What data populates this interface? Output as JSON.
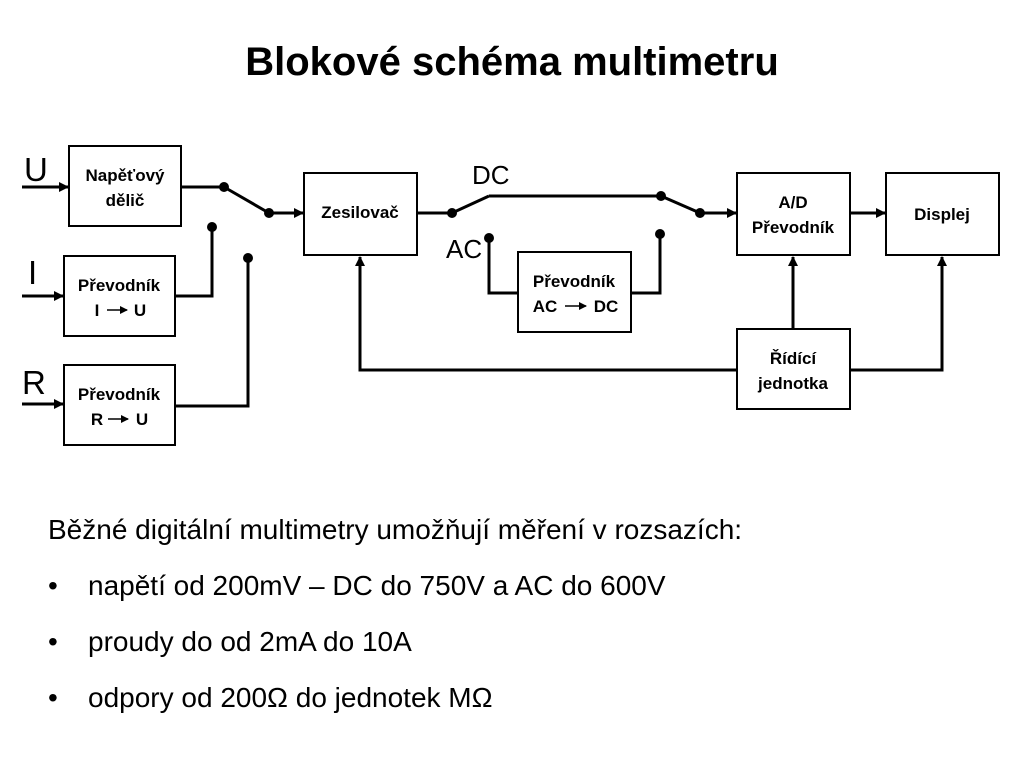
{
  "title": "Blokové schéma multimetru",
  "diagram": {
    "inputs": {
      "u": "U",
      "i": "I",
      "r": "R"
    },
    "blocks": {
      "divider": {
        "line1": "Napěťový",
        "line2": "dělič"
      },
      "conv_iu": {
        "line1": "Převodník",
        "from": "I",
        "to": "U"
      },
      "conv_ru": {
        "line1": "Převodník",
        "from": "R",
        "to": "U"
      },
      "amplifier": {
        "line1": "Zesilovač"
      },
      "conv_acdc": {
        "line1": "Převodník",
        "from": "AC",
        "to": "DC"
      },
      "adc": {
        "line1": "A/D",
        "line2": "Převodník"
      },
      "display": {
        "line1": "Displej"
      },
      "control": {
        "line1": "Řídící",
        "line2": "jednotka"
      }
    },
    "switch_labels": {
      "dc": "DC",
      "ac": "AC"
    }
  },
  "text": {
    "intro": "Běžné digitální multimetry umožňují měření v rozsazích:",
    "bullet_symbol": "•",
    "bullets": [
      "napětí od 200mV – DC do 750V a AC do 600V",
      "proudy do od 2mA do 10A",
      "odpory od 200Ω do jednotek MΩ"
    ]
  }
}
